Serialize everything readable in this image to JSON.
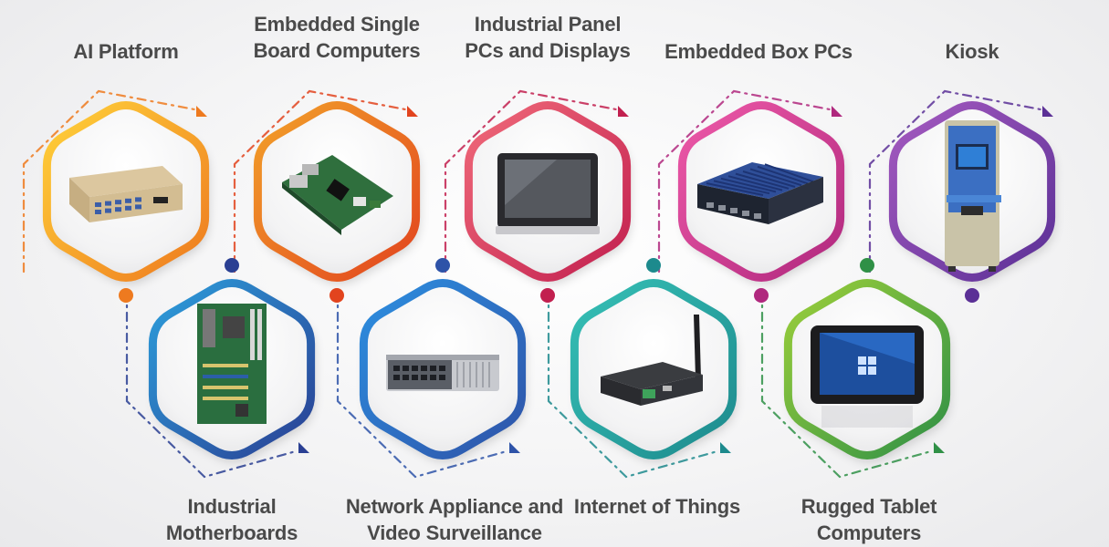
{
  "items": [
    {
      "lines": [
        "AI Platform"
      ],
      "color_a": "#ffd23a",
      "color_b": "#ee7a1f",
      "row": "top",
      "product": "ai-platform-box"
    },
    {
      "lines": [
        "Embedded Single",
        "Board Computers"
      ],
      "color_a": "#f2a12a",
      "color_b": "#e2441e",
      "row": "top",
      "product": "single-board-computer"
    },
    {
      "lines": [
        "Industrial Panel",
        "PCs and Displays"
      ],
      "color_a": "#f06a7a",
      "color_b": "#c2204f",
      "row": "top",
      "product": "panel-pc"
    },
    {
      "lines": [
        "Embedded Box PCs"
      ],
      "color_a": "#ee5aa8",
      "color_b": "#b0287e",
      "row": "top",
      "product": "box-pc"
    },
    {
      "lines": [
        "Kiosk"
      ],
      "color_a": "#a55ac0",
      "color_b": "#5b3096",
      "row": "top",
      "product": "kiosk"
    },
    {
      "lines": [
        "Industrial",
        "Motherboards"
      ],
      "color_a": "#2d9fdc",
      "color_b": "#2a3f93",
      "row": "bottom",
      "product": "motherboard"
    },
    {
      "lines": [
        "Network Appliance and",
        "Video Surveillance"
      ],
      "color_a": "#2d8fe0",
      "color_b": "#2e53a8",
      "row": "bottom",
      "product": "network-appliance"
    },
    {
      "lines": [
        "Internet of Things"
      ],
      "color_a": "#36c0b6",
      "color_b": "#1d8a8d",
      "row": "bottom",
      "product": "iot-gateway"
    },
    {
      "lines": [
        "Rugged Tablet",
        "Computers"
      ],
      "color_a": "#9ccf3a",
      "color_b": "#2f9046",
      "row": "bottom",
      "product": "rugged-tablet"
    }
  ]
}
